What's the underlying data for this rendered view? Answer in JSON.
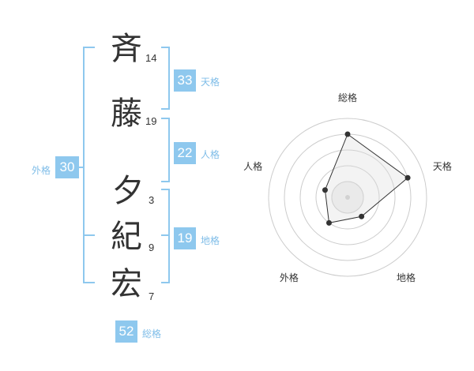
{
  "name_chars": [
    {
      "char": "斉",
      "strokes": "14"
    },
    {
      "char": "藤",
      "strokes": "19"
    },
    {
      "char": "夕",
      "strokes": "3"
    },
    {
      "char": "紀",
      "strokes": "9"
    },
    {
      "char": "宏",
      "strokes": "7"
    }
  ],
  "kakusu": {
    "tenkaku": {
      "value": "33",
      "label": "天格"
    },
    "jinkaku": {
      "value": "22",
      "label": "人格"
    },
    "chikaku": {
      "value": "19",
      "label": "地格"
    },
    "gaikaku": {
      "value": "30",
      "label": "外格"
    },
    "soukaku": {
      "value": "52",
      "label": "総格"
    }
  },
  "colors": {
    "accent": "#8ec8ee",
    "bracket": "#8ec8ee",
    "label": "#7fbde8",
    "text": "#333333"
  },
  "chart_data": {
    "type": "radar",
    "axes": [
      "総格",
      "天格",
      "地格",
      "外格",
      "人格"
    ],
    "max": 5,
    "values": [
      4,
      4,
      1.5,
      2,
      1.5
    ]
  }
}
